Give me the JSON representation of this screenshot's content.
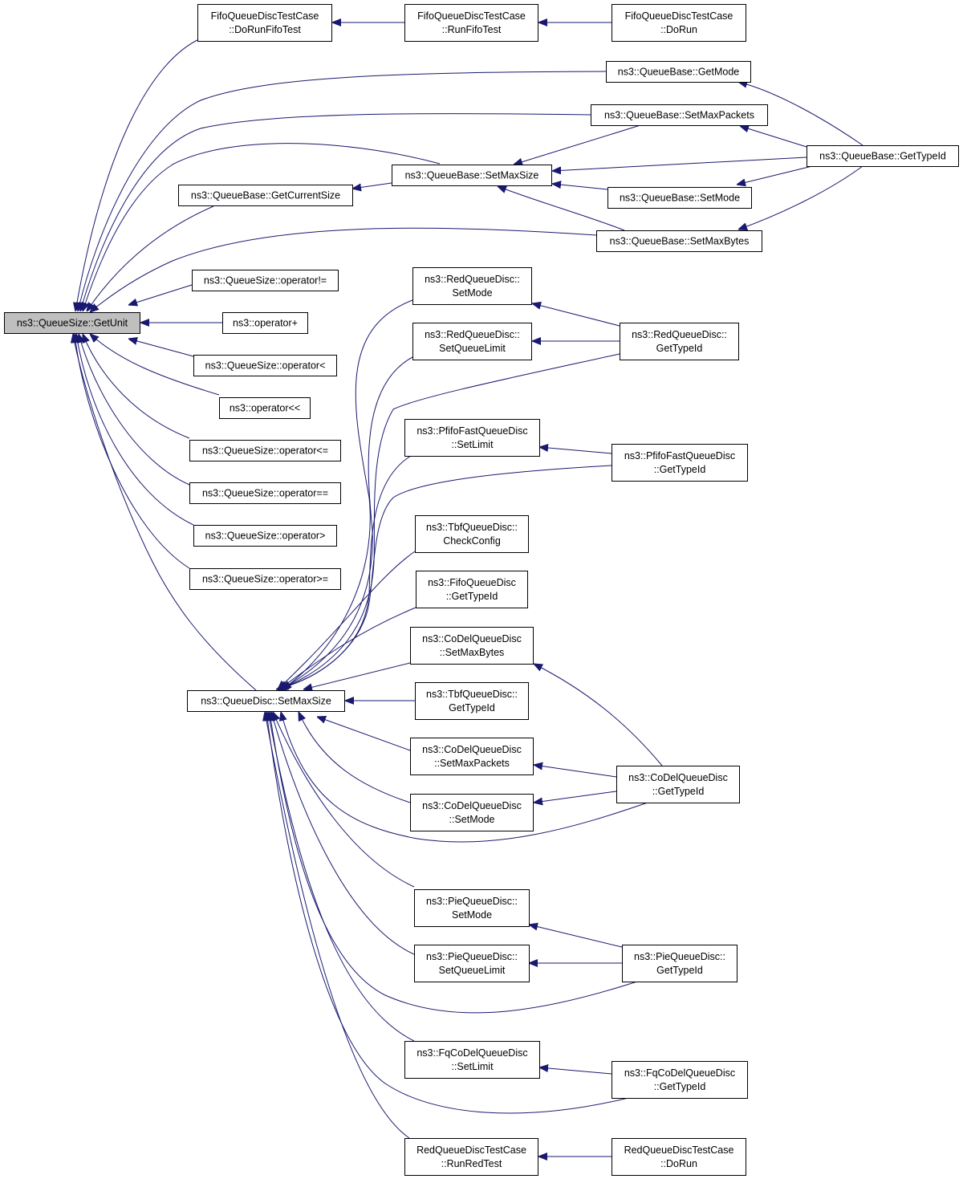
{
  "graph": {
    "nodes": [
      {
        "id": "getunit",
        "lines": [
          "ns3::QueueSize::GetUnit"
        ],
        "root": true
      },
      {
        "id": "fifo_dorunfifo",
        "lines": [
          "FifoQueueDiscTestCase",
          "::DoRunFifoTest"
        ]
      },
      {
        "id": "fifo_runfifo",
        "lines": [
          "FifoQueueDiscTestCase",
          "::RunFifoTest"
        ]
      },
      {
        "id": "fifo_dorun",
        "lines": [
          "FifoQueueDiscTestCase",
          "::DoRun"
        ]
      },
      {
        "id": "qb_getmode",
        "lines": [
          "ns3::QueueBase::GetMode"
        ]
      },
      {
        "id": "qb_setmaxpackets",
        "lines": [
          "ns3::QueueBase::SetMaxPackets"
        ]
      },
      {
        "id": "qb_gettypeid",
        "lines": [
          "ns3::QueueBase::GetTypeId"
        ]
      },
      {
        "id": "qb_setmaxsize",
        "lines": [
          "ns3::QueueBase::SetMaxSize"
        ]
      },
      {
        "id": "qb_getcurrentsize",
        "lines": [
          "ns3::QueueBase::GetCurrentSize"
        ]
      },
      {
        "id": "qb_setmode",
        "lines": [
          "ns3::QueueBase::SetMode"
        ]
      },
      {
        "id": "qb_setmaxbytes",
        "lines": [
          "ns3::QueueBase::SetMaxBytes"
        ]
      },
      {
        "id": "op_ne",
        "lines": [
          "ns3::QueueSize::operator!="
        ]
      },
      {
        "id": "op_plus",
        "lines": [
          "ns3::operator+"
        ]
      },
      {
        "id": "op_lt",
        "lines": [
          "ns3::QueueSize::operator<"
        ]
      },
      {
        "id": "op_shl",
        "lines": [
          "ns3::operator<<"
        ]
      },
      {
        "id": "op_le",
        "lines": [
          "ns3::QueueSize::operator<="
        ]
      },
      {
        "id": "op_eq",
        "lines": [
          "ns3::QueueSize::operator=="
        ]
      },
      {
        "id": "op_gt",
        "lines": [
          "ns3::QueueSize::operator>"
        ]
      },
      {
        "id": "op_ge",
        "lines": [
          "ns3::QueueSize::operator>="
        ]
      },
      {
        "id": "qd_setmaxsize",
        "lines": [
          "ns3::QueueDisc::SetMaxSize"
        ]
      },
      {
        "id": "red_setmode",
        "lines": [
          "ns3::RedQueueDisc::",
          "SetMode"
        ]
      },
      {
        "id": "red_setqueuelimit",
        "lines": [
          "ns3::RedQueueDisc::",
          "SetQueueLimit"
        ]
      },
      {
        "id": "red_gettypeid",
        "lines": [
          "ns3::RedQueueDisc::",
          "GetTypeId"
        ]
      },
      {
        "id": "pfifo_setlimit",
        "lines": [
          "ns3::PfifoFastQueueDisc",
          "::SetLimit"
        ]
      },
      {
        "id": "pfifo_gettypeid",
        "lines": [
          "ns3::PfifoFastQueueDisc",
          "::GetTypeId"
        ]
      },
      {
        "id": "tbf_checkconfig",
        "lines": [
          "ns3::TbfQueueDisc::",
          "CheckConfig"
        ]
      },
      {
        "id": "fifoqd_gettypeid",
        "lines": [
          "ns3::FifoQueueDisc",
          "::GetTypeId"
        ]
      },
      {
        "id": "codel_setmaxbytes",
        "lines": [
          "ns3::CoDelQueueDisc",
          "::SetMaxBytes"
        ]
      },
      {
        "id": "tbf_gettypeid",
        "lines": [
          "ns3::TbfQueueDisc::",
          "GetTypeId"
        ]
      },
      {
        "id": "codel_setmaxpackets",
        "lines": [
          "ns3::CoDelQueueDisc",
          "::SetMaxPackets"
        ]
      },
      {
        "id": "codel_setmode",
        "lines": [
          "ns3::CoDelQueueDisc",
          "::SetMode"
        ]
      },
      {
        "id": "codel_gettypeid",
        "lines": [
          "ns3::CoDelQueueDisc",
          "::GetTypeId"
        ]
      },
      {
        "id": "pie_setmode",
        "lines": [
          "ns3::PieQueueDisc::",
          "SetMode"
        ]
      },
      {
        "id": "pie_setqueuelimit",
        "lines": [
          "ns3::PieQueueDisc::",
          "SetQueueLimit"
        ]
      },
      {
        "id": "pie_gettypeid",
        "lines": [
          "ns3::PieQueueDisc::",
          "GetTypeId"
        ]
      },
      {
        "id": "fqcodel_setlimit",
        "lines": [
          "ns3::FqCoDelQueueDisc",
          "::SetLimit"
        ]
      },
      {
        "id": "fqcodel_gettypeid",
        "lines": [
          "ns3::FqCoDelQueueDisc",
          "::GetTypeId"
        ]
      },
      {
        "id": "redtest_runred",
        "lines": [
          "RedQueueDiscTestCase",
          "::RunRedTest"
        ]
      },
      {
        "id": "redtest_dorun",
        "lines": [
          "RedQueueDiscTestCase",
          "::DoRun"
        ]
      }
    ],
    "edges": [
      {
        "from": "fifo_dorunfifo",
        "to": "getunit"
      },
      {
        "from": "fifo_runfifo",
        "to": "fifo_dorunfifo"
      },
      {
        "from": "fifo_dorun",
        "to": "fifo_runfifo"
      },
      {
        "from": "qb_getmode",
        "to": "getunit"
      },
      {
        "from": "qb_setmaxpackets",
        "to": "getunit"
      },
      {
        "from": "qb_setmaxsize",
        "to": "getunit"
      },
      {
        "from": "qb_getcurrentsize",
        "to": "getunit"
      },
      {
        "from": "qb_setmaxbytes",
        "to": "getunit"
      },
      {
        "from": "op_ne",
        "to": "getunit"
      },
      {
        "from": "op_plus",
        "to": "getunit"
      },
      {
        "from": "op_lt",
        "to": "getunit"
      },
      {
        "from": "op_shl",
        "to": "getunit"
      },
      {
        "from": "op_le",
        "to": "getunit"
      },
      {
        "from": "op_eq",
        "to": "getunit"
      },
      {
        "from": "op_gt",
        "to": "getunit"
      },
      {
        "from": "op_ge",
        "to": "getunit"
      },
      {
        "from": "qd_setmaxsize",
        "to": "getunit"
      },
      {
        "from": "qb_gettypeid",
        "to": "qb_getmode"
      },
      {
        "from": "qb_gettypeid",
        "to": "qb_setmaxpackets"
      },
      {
        "from": "qb_gettypeid",
        "to": "qb_setmaxsize"
      },
      {
        "from": "qb_gettypeid",
        "to": "qb_setmode"
      },
      {
        "from": "qb_gettypeid",
        "to": "qb_setmaxbytes"
      },
      {
        "from": "qb_setmaxpackets",
        "to": "qb_setmaxsize"
      },
      {
        "from": "qb_setmode",
        "to": "qb_setmaxsize"
      },
      {
        "from": "qb_setmaxbytes",
        "to": "qb_setmaxsize"
      },
      {
        "from": "qb_setmaxsize",
        "to": "qb_getcurrentsize"
      },
      {
        "from": "red_setmode",
        "to": "qd_setmaxsize"
      },
      {
        "from": "red_setqueuelimit",
        "to": "qd_setmaxsize"
      },
      {
        "from": "red_gettypeid",
        "to": "red_setmode"
      },
      {
        "from": "red_gettypeid",
        "to": "red_setqueuelimit"
      },
      {
        "from": "red_gettypeid",
        "to": "qd_setmaxsize"
      },
      {
        "from": "pfifo_setlimit",
        "to": "qd_setmaxsize"
      },
      {
        "from": "pfifo_gettypeid",
        "to": "pfifo_setlimit"
      },
      {
        "from": "pfifo_gettypeid",
        "to": "qd_setmaxsize"
      },
      {
        "from": "tbf_checkconfig",
        "to": "qd_setmaxsize"
      },
      {
        "from": "fifoqd_gettypeid",
        "to": "qd_setmaxsize"
      },
      {
        "from": "codel_setmaxbytes",
        "to": "qd_setmaxsize"
      },
      {
        "from": "tbf_gettypeid",
        "to": "qd_setmaxsize"
      },
      {
        "from": "codel_setmaxpackets",
        "to": "qd_setmaxsize"
      },
      {
        "from": "codel_setmode",
        "to": "qd_setmaxsize"
      },
      {
        "from": "codel_gettypeid",
        "to": "codel_setmaxbytes"
      },
      {
        "from": "codel_gettypeid",
        "to": "codel_setmaxpackets"
      },
      {
        "from": "codel_gettypeid",
        "to": "codel_setmode"
      },
      {
        "from": "codel_gettypeid",
        "to": "qd_setmaxsize"
      },
      {
        "from": "pie_setmode",
        "to": "qd_setmaxsize"
      },
      {
        "from": "pie_setqueuelimit",
        "to": "qd_setmaxsize"
      },
      {
        "from": "pie_gettypeid",
        "to": "pie_setmode"
      },
      {
        "from": "pie_gettypeid",
        "to": "pie_setqueuelimit"
      },
      {
        "from": "pie_gettypeid",
        "to": "qd_setmaxsize"
      },
      {
        "from": "fqcodel_setlimit",
        "to": "qd_setmaxsize"
      },
      {
        "from": "fqcodel_gettypeid",
        "to": "fqcodel_setlimit"
      },
      {
        "from": "fqcodel_gettypeid",
        "to": "qd_setmaxsize"
      },
      {
        "from": "redtest_runred",
        "to": "qd_setmaxsize"
      },
      {
        "from": "redtest_dorun",
        "to": "redtest_runred"
      }
    ]
  }
}
